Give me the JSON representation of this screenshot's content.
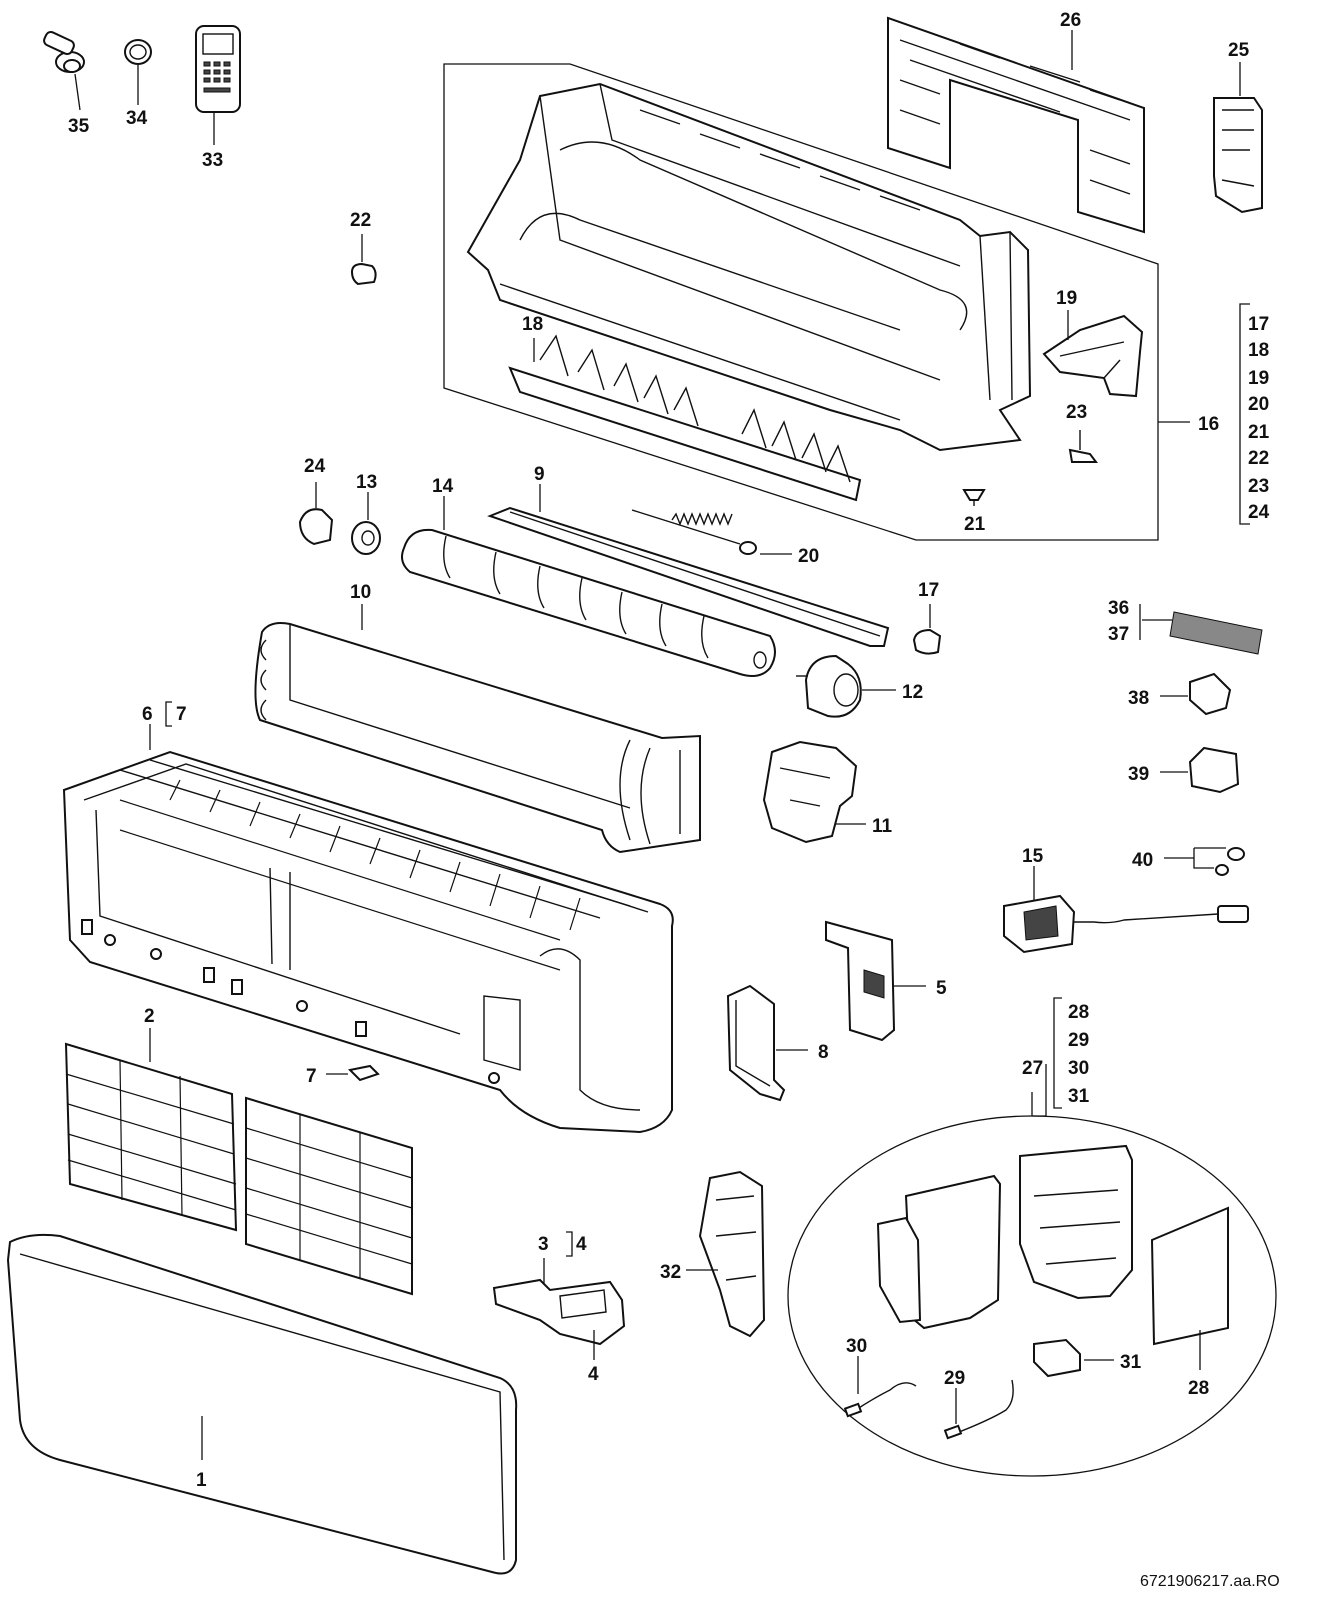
{
  "diagram": {
    "labels": {
      "p1": "1",
      "p2": "2",
      "p3": "3",
      "p4a": "4",
      "p4b": "4",
      "p5": "5",
      "p6": "6",
      "p7a": "7",
      "p7b": "7",
      "p8": "8",
      "p9": "9",
      "p10": "10",
      "p11": "11",
      "p12": "12",
      "p13": "13",
      "p14": "14",
      "p15": "15",
      "p16": "16",
      "p17": "17",
      "p18": "18",
      "p19": "19",
      "p20": "20",
      "p21": "21",
      "p22": "22",
      "p23": "23",
      "p24": "24",
      "p25": "25",
      "p26": "26",
      "p27": "27",
      "p28": "28",
      "p29": "29",
      "p30": "30",
      "p31": "31",
      "p32": "32",
      "p33": "33",
      "p34": "34",
      "p35": "35",
      "p36": "36",
      "p37": "37",
      "p38": "38",
      "p39": "39",
      "p40": "40"
    },
    "group16": [
      "17",
      "18",
      "19",
      "20",
      "21",
      "22",
      "23",
      "24"
    ],
    "group27": [
      "28",
      "29",
      "30",
      "31"
    ],
    "reference": "6721906217.aa.RO"
  }
}
